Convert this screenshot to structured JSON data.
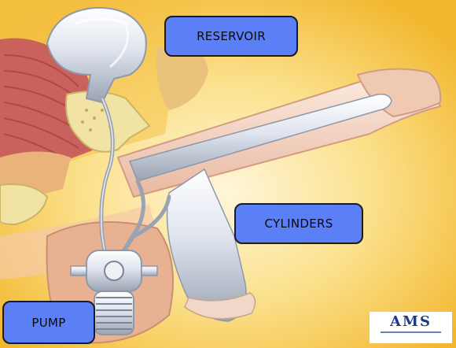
{
  "labels": {
    "reservoir": "RESERVOIR",
    "cylinders": "CYLINDERS",
    "pump": "PUMP"
  },
  "logo": {
    "text": "AMS"
  },
  "colors": {
    "label_fill": "#5b7ff7",
    "label_border": "#1b1b1b",
    "background_yellow": "#f6c23c",
    "muscle_red": "#c9625c",
    "bone": "#f1e3a4",
    "device_silver": "#e2e6ee",
    "logo_blue": "#1e3a8a"
  }
}
